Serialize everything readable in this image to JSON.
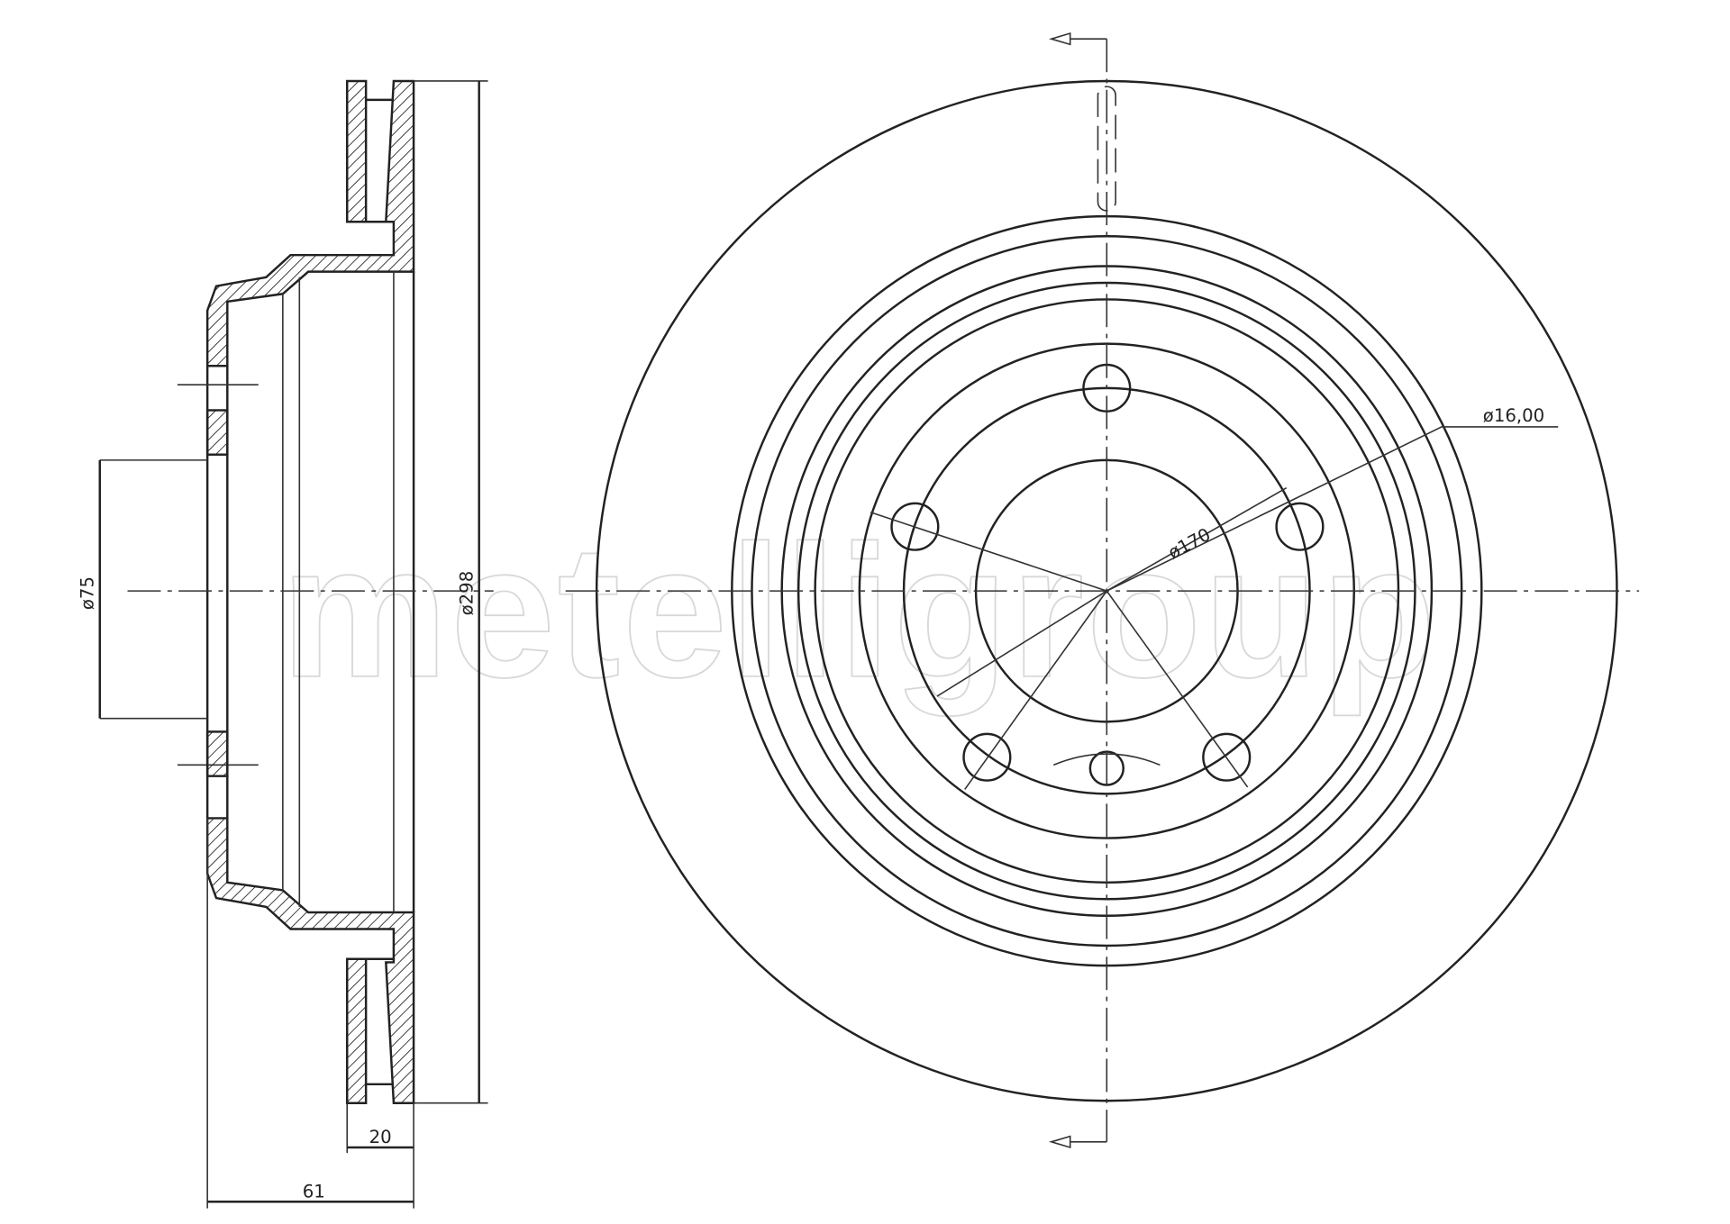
{
  "drawing": {
    "title": "Brake disc technical drawing",
    "watermark": "metelligroup",
    "dimensions": {
      "outer_diameter": "ø298",
      "center_bore": "ø75",
      "bolt_circle": "ø170",
      "bolt_hole": "ø16,00",
      "thickness": "20",
      "height": "61"
    },
    "bolt_holes": 5
  }
}
